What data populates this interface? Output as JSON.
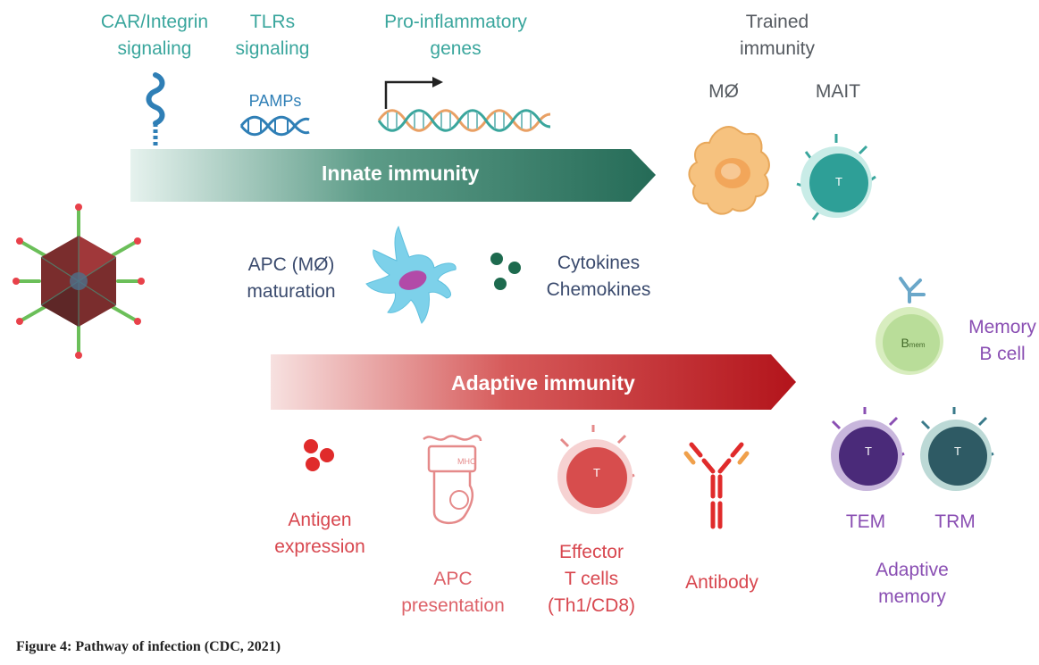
{
  "innate": {
    "arrow_label": "Innate immunity",
    "car_label_1": "CAR/Integrin",
    "car_label_2": "signaling",
    "tlr_label_1": "TLRs",
    "tlr_label_2": "signaling",
    "pamps_label": "PAMPs",
    "proinfl_label_1": "Pro-inflammatory",
    "proinfl_label_2": "genes",
    "trained_label_1": "Trained",
    "trained_label_2": "immunity",
    "macrophage_label": "MØ",
    "mait_label": "MAIT",
    "mait_cell_letter": "T"
  },
  "middle": {
    "apc_label_1": "APC (MØ)",
    "apc_label_2": "maturation",
    "cytokines_label_1": "Cytokines",
    "cytokines_label_2": "Chemokines"
  },
  "adaptive": {
    "arrow_label": "Adaptive immunity",
    "antigen_label_1": "Antigen",
    "antigen_label_2": "expression",
    "apc_label_1": "APC",
    "apc_label_2": "presentation",
    "apc_mhc_text": "MHC",
    "effector_label_1": "Effector",
    "effector_label_2": "T cells",
    "effector_label_3": "(Th1/CD8)",
    "effector_cell_letter": "T",
    "antibody_label": "Antibody"
  },
  "memory": {
    "memory_b_label_1": "Memory",
    "memory_b_label_2": "B cell",
    "b_cell_letter": "B",
    "b_cell_subscript": "mem",
    "tem_label": "TEM",
    "tem_cell_letter": "T",
    "trm_label": "TRM",
    "trm_cell_letter": "T",
    "adaptive_memory_label_1": "Adaptive",
    "adaptive_memory_label_2": "memory"
  },
  "caption": "Figure 4: Pathway of infection (CDC, 2021)",
  "colors": {
    "innate_arrow_start": "#e6f2ee",
    "innate_arrow_end": "#256b57",
    "adaptive_arrow_start": "#f7e1e0",
    "adaptive_arrow_end": "#b3141b",
    "teal_text": "#3aa69d",
    "red_text": "#d8474f",
    "purple_text": "#8a4fb3"
  }
}
